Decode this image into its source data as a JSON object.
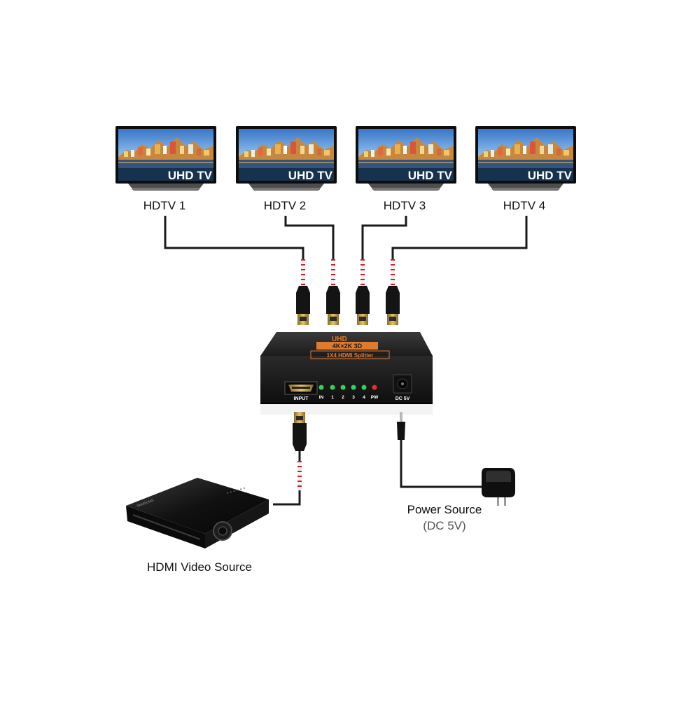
{
  "tvs": [
    {
      "label": "HDTV 1",
      "screen_text": "UHD TV"
    },
    {
      "label": "HDTV 2",
      "screen_text": "UHD TV"
    },
    {
      "label": "HDTV 3",
      "screen_text": "UHD TV"
    },
    {
      "label": "HDTV 4",
      "screen_text": "UHD TV"
    }
  ],
  "splitter": {
    "brand": "UHD",
    "resolution": "4K×2K 3D",
    "model": "1X4 HDMI Splitter",
    "input_label": "INPUT",
    "led_labels": [
      "IN",
      "1",
      "2",
      "3",
      "4",
      "PW"
    ],
    "dc_label": "DC 5V"
  },
  "source": {
    "label": "HDMI Video Source",
    "brand": "SAMSUNG"
  },
  "power": {
    "label": "Power Source",
    "sublabel": "(DC 5V)"
  },
  "colors": {
    "cable": "#1a1a1a",
    "connector_gold": "#c9a24a",
    "led_green": "#2fd35a",
    "led_red": "#e0322b",
    "splitter_accent": "#e07a2c",
    "cable_sleeve_red": "#d21f26"
  }
}
